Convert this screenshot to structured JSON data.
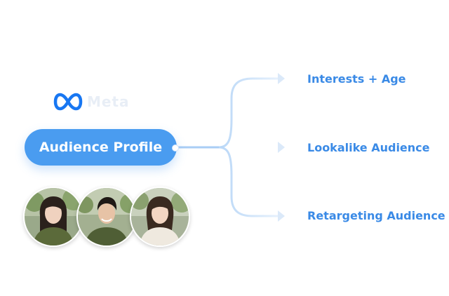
{
  "brand": {
    "logo_icon": "meta-infinity-logo",
    "logo_color": "#1877f2",
    "wordmark": "Meta"
  },
  "source_node": {
    "label": "Audience Profile",
    "color": "#4a9cf0"
  },
  "targets": [
    {
      "label": "Interests + Age"
    },
    {
      "label": "Lookalike Audience"
    },
    {
      "label": "Retargeting Audience"
    }
  ],
  "accent_text_color": "#3a8ae6",
  "connector_color": "#b9d7f7",
  "avatars": [
    {
      "icon": "person-photo-woman-icon",
      "shirt": "#5b6a3a"
    },
    {
      "icon": "person-photo-man-icon",
      "shirt": "#4f5e35"
    },
    {
      "icon": "person-photo-woman-icon",
      "shirt": "#efe9df"
    }
  ]
}
